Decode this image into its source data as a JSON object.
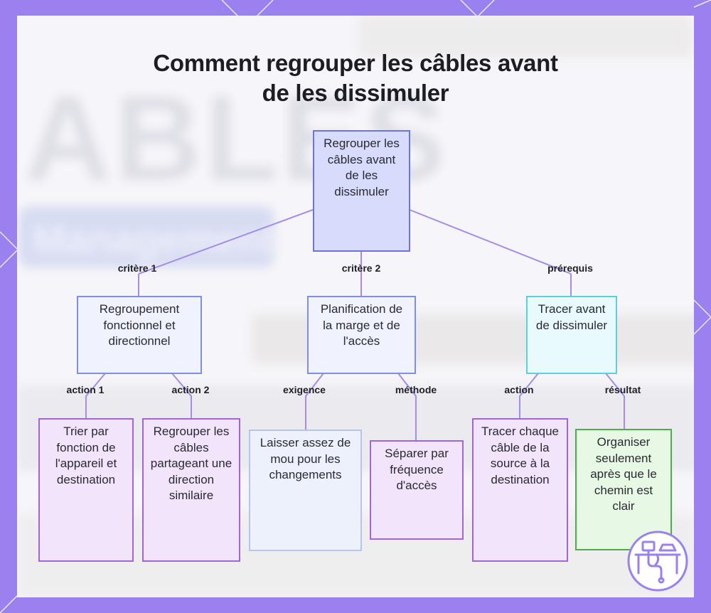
{
  "title": {
    "line1": "Comment regrouper les câbles avant",
    "line2": "de les dissimuler"
  },
  "backdrop": {
    "word": "ABLES",
    "word2": "Management"
  },
  "colors": {
    "frame": "#9b80f0",
    "root_fill": "#d7dbfc",
    "root_border": "#6b74d8",
    "level_fill": "#f0f2fd",
    "level_border": "#7f8ee0",
    "cyan_fill": "#e9fafc",
    "cyan_border": "#5ad0dc",
    "purple_fill": "#f1e4fb",
    "purple_border": "#a365d6",
    "pale_fill": "#edf1fb",
    "pale_border": "#b8c4ec",
    "green_fill": "#e7f8e4",
    "green_border": "#4aae4c",
    "connector": "#a68cea"
  },
  "nodes": {
    "root": "Regrouper les câbles avant de les dissimuler",
    "grouping": "Regroupement fonctionnel et directionnel",
    "planning": "Planification de la marge et de l'accès",
    "trace": "Tracer avant de dissimuler",
    "sort": "Trier par fonction de l'appareil et destination",
    "group_cables": "Regrouper les câbles partageant une direction similaire",
    "slack": "Laisser assez de mou pour les changements",
    "separate": "Séparer par fréquence d'accès",
    "trace_each": "Tracer chaque câble de la source à la destination",
    "organize": "Organiser seulement après que le chemin est clair"
  },
  "edges": {
    "criterion1": "critère 1",
    "criterion2": "critère 2",
    "prerequisite": "prérequis",
    "action1": "action 1",
    "action2": "action 2",
    "requirement": "exigence",
    "method": "méthode",
    "action": "action",
    "result": "résultat"
  },
  "logo": {
    "icon": "desk-workstation-icon"
  }
}
